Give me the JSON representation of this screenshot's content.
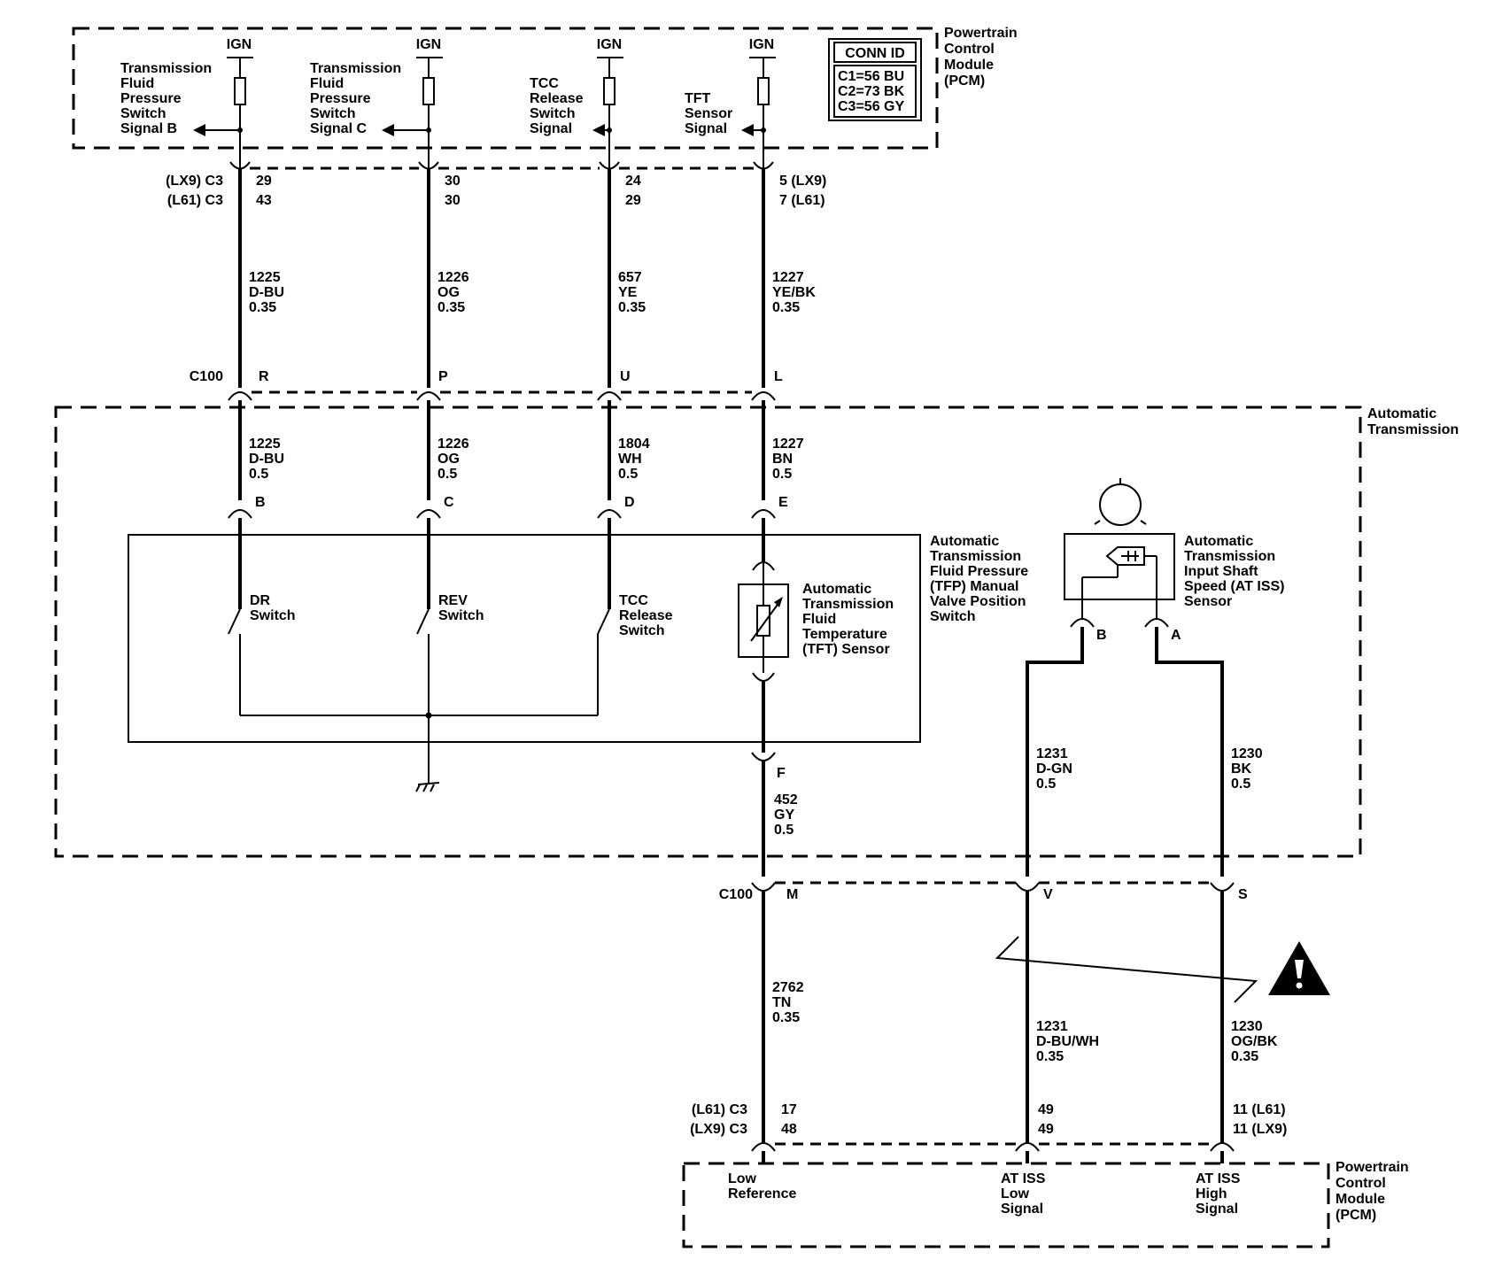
{
  "top_pcm": {
    "module_label": [
      "Powertrain",
      "Control",
      "Module",
      "(PCM)"
    ],
    "conn_id": {
      "title": "CONN ID",
      "lines": [
        "C1=56 BU",
        "C2=73 BK",
        "C3=56 GY"
      ]
    }
  },
  "ign_label": "IGN",
  "signals_top": [
    [
      "Transmission",
      "Fluid",
      "Pressure",
      "Switch",
      "Signal B"
    ],
    [
      "Transmission",
      "Fluid",
      "Pressure",
      "Switch",
      "Signal C"
    ],
    [
      "TCC",
      "Release",
      "Switch",
      "Signal"
    ],
    [
      "TFT",
      "Sensor",
      "Signal"
    ]
  ],
  "pcm_pins_top": {
    "left_labels": [
      "(LX9) C3",
      "(L61) C3"
    ],
    "col1": [
      "29",
      "43"
    ],
    "col2": [
      "30",
      "30"
    ],
    "col3": [
      "24",
      "29"
    ],
    "col4": [
      "5 (LX9)",
      "7 (L61)"
    ]
  },
  "wires_upper": [
    [
      "1225",
      "D-BU",
      "0.35"
    ],
    [
      "1226",
      "OG",
      "0.35"
    ],
    [
      "657",
      "YE",
      "0.35"
    ],
    [
      "1227",
      "YE/BK",
      "0.35"
    ]
  ],
  "c100_top": {
    "label": "C100",
    "pins": [
      "R",
      "P",
      "U",
      "L"
    ]
  },
  "trans_label": [
    "Automatic",
    "Transmission"
  ],
  "wires_mid": [
    [
      "1225",
      "D-BU",
      "0.5"
    ],
    [
      "1226",
      "OG",
      "0.5"
    ],
    [
      "1804",
      "WH",
      "0.5"
    ],
    [
      "1227",
      "BN",
      "0.5"
    ]
  ],
  "inner_pins": [
    "B",
    "C",
    "D",
    "E"
  ],
  "switches": [
    [
      "DR",
      "Switch"
    ],
    [
      "REV",
      "Switch"
    ],
    [
      "TCC",
      "Release",
      "Switch"
    ]
  ],
  "tft_label": [
    "Automatic",
    "Transmission",
    "Fluid",
    "Temperature",
    "(TFT) Sensor"
  ],
  "tfp_label": [
    "Automatic",
    "Transmission",
    "Fluid Pressure",
    "(TFP) Manual",
    "Valve Position",
    "Switch"
  ],
  "iss_label": [
    "Automatic",
    "Transmission",
    "Input Shaft",
    "Speed (AT ISS)",
    "Sensor"
  ],
  "iss_pins": [
    "B",
    "A"
  ],
  "pin_f": "F",
  "wire_452": [
    "452",
    "GY",
    "0.5"
  ],
  "wire_1231_upper": [
    "1231",
    "D-GN",
    "0.5"
  ],
  "wire_1230_upper": [
    "1230",
    "BK",
    "0.5"
  ],
  "c100_bottom": {
    "label": "C100",
    "pins": [
      "M",
      "V",
      "S"
    ]
  },
  "wire_2762": [
    "2762",
    "TN",
    "0.35"
  ],
  "wire_1231_lower": [
    "1231",
    "D-BU/WH",
    "0.35"
  ],
  "wire_1230_lower": [
    "1230",
    "OG/BK",
    "0.35"
  ],
  "pcm_pins_bottom": {
    "left_labels": [
      "(L61) C3",
      "(LX9) C3"
    ],
    "col1": [
      "17",
      "48"
    ],
    "col2": [
      "49",
      "49"
    ],
    "col3": [
      "11 (L61)",
      "11 (LX9)"
    ]
  },
  "bottom_pcm": {
    "module_label": [
      "Powertrain",
      "Control",
      "Module",
      "(PCM)"
    ],
    "signals": [
      [
        "Low",
        "Reference"
      ],
      [
        "AT ISS",
        "Low",
        "Signal"
      ],
      [
        "AT ISS",
        "High",
        "Signal"
      ]
    ]
  }
}
